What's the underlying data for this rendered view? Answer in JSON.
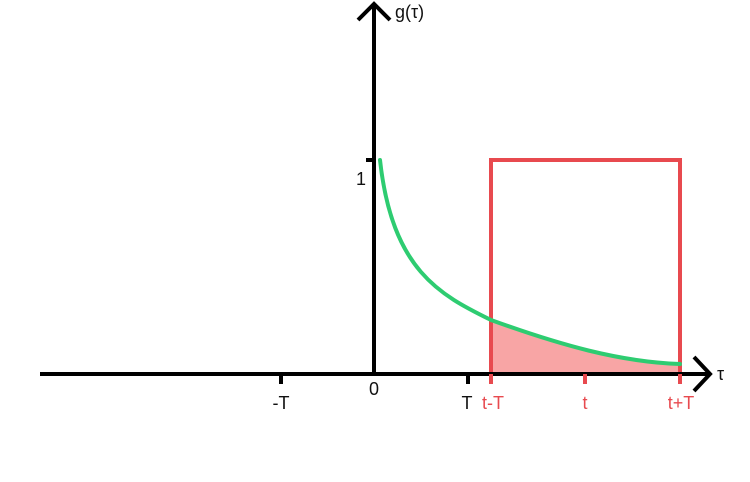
{
  "axes": {
    "x_label": "τ",
    "y_label": "g(τ)",
    "y_tick_label": "1"
  },
  "x_ticks": {
    "neg_T": "-T",
    "zero": "0",
    "T": "T",
    "t_minus_T": "t-T",
    "t": "t",
    "t_plus_T": "t+T"
  },
  "colors": {
    "axis": "#000000",
    "curve": "#2ecc71",
    "window": "#e84a4f",
    "overlap_fill": "#f8a5a5"
  }
}
